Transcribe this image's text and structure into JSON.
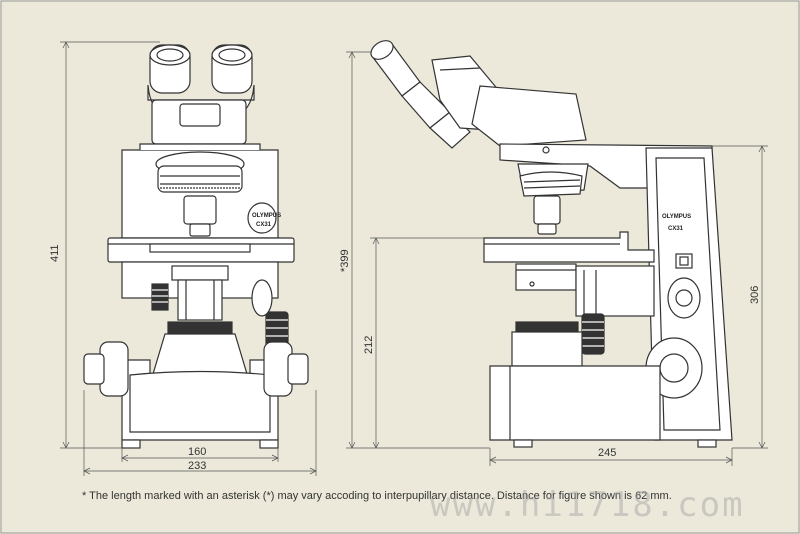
{
  "dimensions": {
    "front_height": "411",
    "front_base_width": "160",
    "front_total_width": "233",
    "side_height_asterisk": "*399",
    "side_stage_height": "212",
    "side_frame_height": "306",
    "side_depth": "245"
  },
  "branding": {
    "front_brand": "OLYMPUS",
    "front_model": "CX31",
    "side_brand": "OLYMPUS",
    "side_model": "CX31"
  },
  "footnote": "* The length marked with an asterisk (*) may vary accoding to interpupillary distance.  Distance for figure shown is 62 mm.",
  "watermark": "www.hi1718.com",
  "colors": {
    "background": "#ece9db",
    "line": "#333333",
    "fill": "#ffffff"
  }
}
